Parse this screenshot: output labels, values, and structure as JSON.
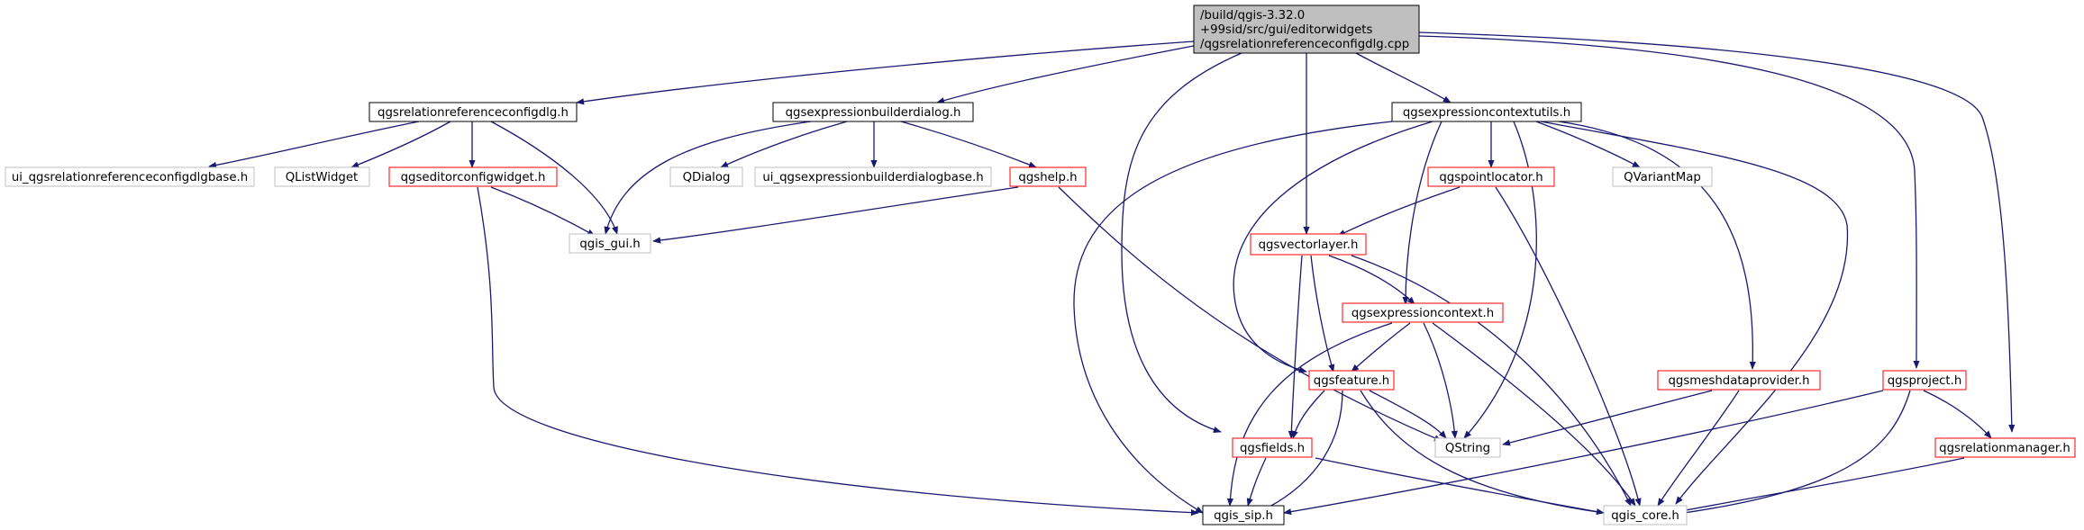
{
  "root_file": {
    "line1": "/build/qgis-3.32.0",
    "line2": "+99sid/src/gui/editorwidgets",
    "line3": "/qgsrelationreferenceconfigdlg.cpp"
  },
  "nodes": {
    "qgsrelationreferenceconfigdlg_h": "qgsrelationreferenceconfigdlg.h",
    "qgsexpressionbuilderdialog_h": "qgsexpressionbuilderdialog.h",
    "qgsexpressioncontextutils_h": "qgsexpressioncontextutils.h",
    "ui_qgsrelationreferenceconfigdlgbase_h": "ui_qgsrelationreferenceconfigdlgbase.h",
    "qlistwidget": "QListWidget",
    "qgseditorconfigwidget_h": "qgseditorconfigwidget.h",
    "qdialog": "QDialog",
    "ui_qgsexpressionbuilderdialogbase_h": "ui_qgsexpressionbuilderdialogbase.h",
    "qgshelp_h": "qgshelp.h",
    "qgspointlocator_h": "qgspointlocator.h",
    "qvariantmap": "QVariantMap",
    "qgis_gui_h": "qgis_gui.h",
    "qgsvectorlayer_h": "qgsvectorlayer.h",
    "qgsexpressioncontext_h": "qgsexpressioncontext.h",
    "qgsmeshdataprovider_h": "qgsmeshdataprovider.h",
    "qgsproject_h": "qgsproject.h",
    "qgsfeature_h": "qgsfeature.h",
    "qgsfields_h": "qgsfields.h",
    "qstring": "QString",
    "qgsrelationmanager_h": "qgsrelationmanager.h",
    "qgis_sip_h": "qgis_sip.h",
    "qgis_core_h": "qgis_core.h"
  },
  "colors": {
    "edge": "#191970",
    "root_fill": "#bfbfbf",
    "documented_border": "#000000",
    "undocumented_border": "#ff0000",
    "external_border": "#bfbfbf",
    "text": "#000000"
  }
}
